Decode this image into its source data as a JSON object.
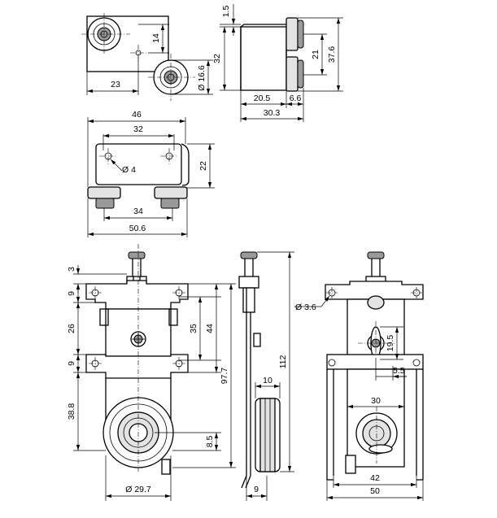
{
  "dimensions": {
    "top_left": {
      "d_14": "14",
      "d_23": "23",
      "dia_16_6": "Ø 16.6"
    },
    "top_right": {
      "d_1_5": "1.5",
      "d_32": "32",
      "d_21": "21",
      "d_37_6": "37.6",
      "d_20_5": "20.5",
      "d_6_6": "6.6",
      "d_30_3": "30.3"
    },
    "middle": {
      "d_46": "46",
      "d_32": "32",
      "dia_4": "Ø 4",
      "d_22": "22",
      "d_34": "34",
      "d_50_6": "50.6"
    },
    "front": {
      "d_3": "3",
      "d_9a": "9",
      "d_26": "26",
      "d_9b": "9",
      "d_38_8": "38.8",
      "d_35": "35",
      "d_44": "44",
      "d_97_7": "97.7",
      "d_8_5": "8.5",
      "dia_29_7": "Ø 29.7"
    },
    "side": {
      "d_112": "112",
      "d_10": "10",
      "d_9": "9"
    },
    "right": {
      "dia_3_6": "Ø 3.6",
      "d_19_5": "19.5",
      "d_5_5": "5.5",
      "d_30": "30",
      "d_42": "42",
      "d_50": "50"
    }
  }
}
